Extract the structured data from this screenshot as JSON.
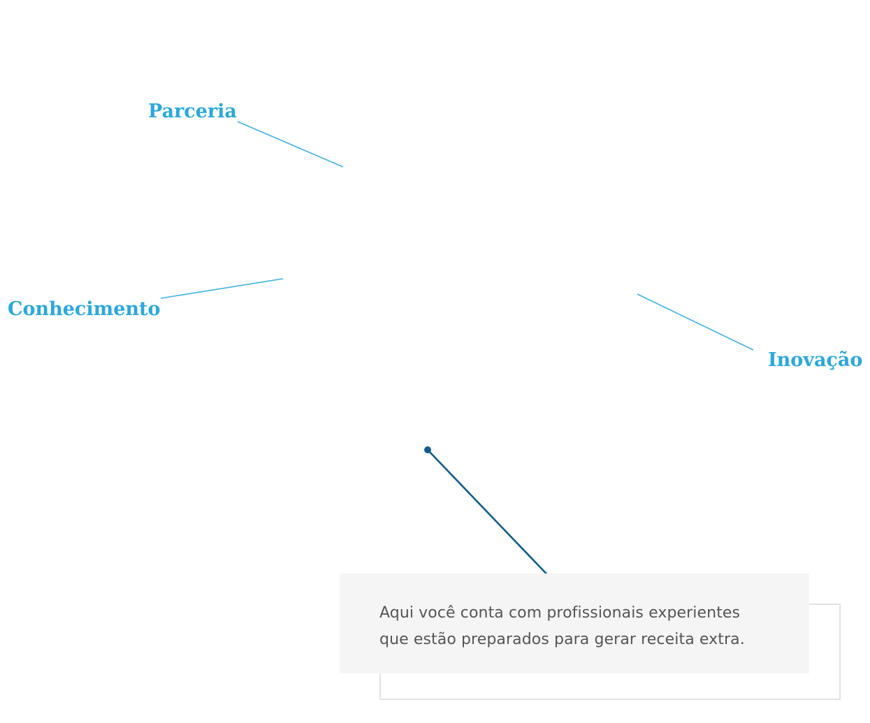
{
  "labels": {
    "parceria": "Parceria",
    "conhecimento": "Conhecimento",
    "inovacao": "Inovação"
  },
  "callout": {
    "line1": "Aqui você conta com profissionais experientes",
    "line2": "que estão preparados para gerar receita extra."
  },
  "colors": {
    "label": "#2aa8de",
    "connector": "#3fb2e4",
    "pointer": "#0f5d8c",
    "card_background": "#f5f5f5",
    "card_outline": "#e2e2e2",
    "text": "#555555"
  }
}
